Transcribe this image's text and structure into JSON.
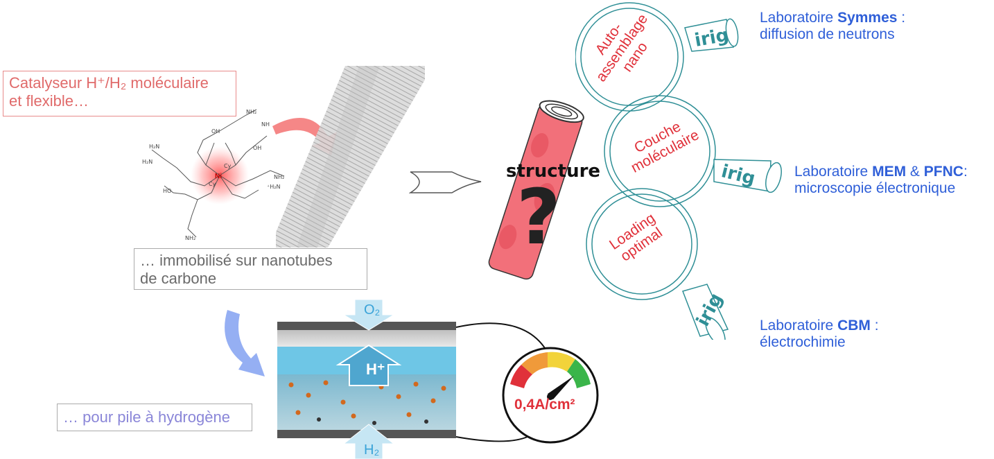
{
  "labels": {
    "catalyst_line1": "Catalyseur H⁺/H₂ moléculaire",
    "catalyst_line2": "et flexible…",
    "immobilized_line1": "… immobilisé sur nanotubes",
    "immobilized_line2": "de carbone",
    "fuelcell": "… pour pile à hydrogène",
    "structure": "structure",
    "question": "?",
    "o2": "O₂",
    "h2": "H₂",
    "hplus": "H⁺",
    "gauge_value": "0,4A/cm²",
    "ni": "Ni"
  },
  "lenses": [
    {
      "text": [
        "Auto-",
        "assemblage",
        "nano"
      ],
      "logo": "irig"
    },
    {
      "text": [
        "Couche",
        "moléculaire"
      ],
      "logo": "irig"
    },
    {
      "text": [
        "Loading",
        "optimal"
      ],
      "logo": "irig"
    }
  ],
  "labs": [
    {
      "pre": "Laboratoire ",
      "bold1": "Symmes",
      "mid": " :",
      "bold2": "",
      "post": "",
      "line2": "diffusion de neutrons"
    },
    {
      "pre": "Laboratoire ",
      "bold1": "MEM",
      "mid": " & ",
      "bold2": "PFNC",
      "post": ":",
      "line2": "microscopie électronique"
    },
    {
      "pre": "Laboratoire ",
      "bold1": "CBM",
      "mid": " :",
      "bold2": "",
      "post": "",
      "line2": "électrochimie"
    }
  ],
  "colors": {
    "catalyst": "#e06a6a",
    "lab_text": "#2f5fd8",
    "lens_text": "#e0313a",
    "lens_stroke": "#2f8f96",
    "tube": "#f2707a",
    "membrane": "#6ec6e6"
  }
}
